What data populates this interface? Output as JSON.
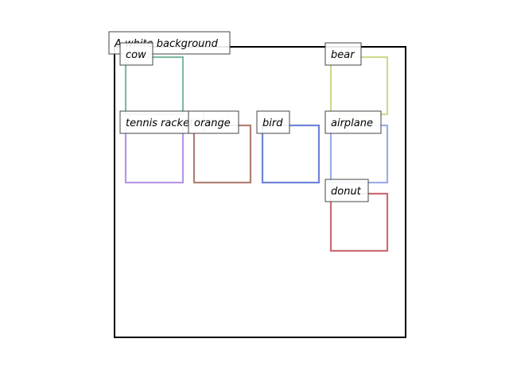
{
  "figure": {
    "caption": "A white background",
    "objects": [
      {
        "label": "cow",
        "color": "#7fbba2"
      },
      {
        "label": "bear",
        "color": "#cfd98e"
      },
      {
        "label": "tennis racket",
        "color": "#b497e6"
      },
      {
        "label": "orange",
        "color": "#b07f72"
      },
      {
        "label": "bird",
        "color": "#6d84d8"
      },
      {
        "label": "airplane",
        "color": "#9aaee8"
      },
      {
        "label": "donut",
        "color": "#cc6a76"
      }
    ]
  }
}
